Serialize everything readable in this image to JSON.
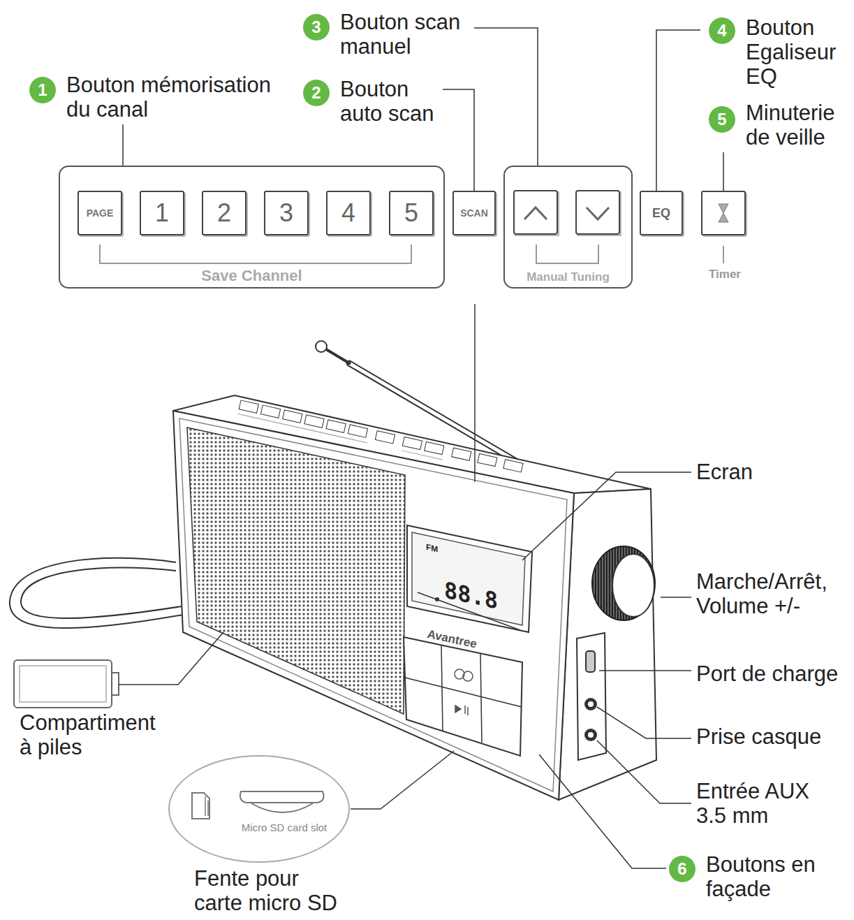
{
  "diagram": {
    "nodes": [
      {
        "text": [
          "1",
          "Bouton mémorisation du canal"
        ]
      },
      {
        "text": [
          "2",
          "Bouton auto scan"
        ]
      },
      {
        "text": [
          "3",
          "Bouton scan manuel"
        ]
      },
      {
        "text": [
          "4",
          "Bouton Egaliseur EQ"
        ]
      },
      {
        "text": [
          "5",
          "Minuterie de veille"
        ]
      },
      {
        "text": [
          "Save Channel"
        ]
      },
      {
        "text": [
          "PAGE"
        ],
        "in": 5
      },
      {
        "text": [
          "1"
        ],
        "in": 5
      },
      {
        "text": [
          "2"
        ],
        "in": 5
      },
      {
        "text": [
          "3"
        ],
        "in": 5
      },
      {
        "text": [
          "4"
        ],
        "in": 5
      },
      {
        "text": [
          "5"
        ],
        "in": 5
      },
      {
        "text": [
          "SCAN"
        ]
      },
      {
        "text": [
          "Manual Tuning"
        ]
      },
      {
        "text": [
          "EQ"
        ]
      },
      {
        "text": [
          "Timer"
        ]
      },
      {
        "text": [
          "FM",
          "88.8"
        ]
      },
      {
        "text": [
          "Micro SD card slot"
        ]
      },
      {
        "text": [
          "6",
          "Boutons en façade"
        ]
      }
    ],
    "edges": [
      {
        "from": 0,
        "to": 5,
        "arrow": "none"
      },
      {
        "from": 1,
        "to": 12,
        "arrow": "none"
      },
      {
        "from": 2,
        "to": 13,
        "arrow": "none"
      },
      {
        "from": 3,
        "to": 14,
        "arrow": "none"
      },
      {
        "from": 4,
        "to": 15,
        "arrow": "none"
      }
    ],
    "labels": [
      "Ecran",
      "Marche/Arrêt, Volume +/-",
      "Port de charge",
      "Prise casque",
      "Entrée AUX 3.5 mm",
      "Compartiment à piles",
      "Fente pour carte micro SD",
      "Avantree"
    ]
  }
}
